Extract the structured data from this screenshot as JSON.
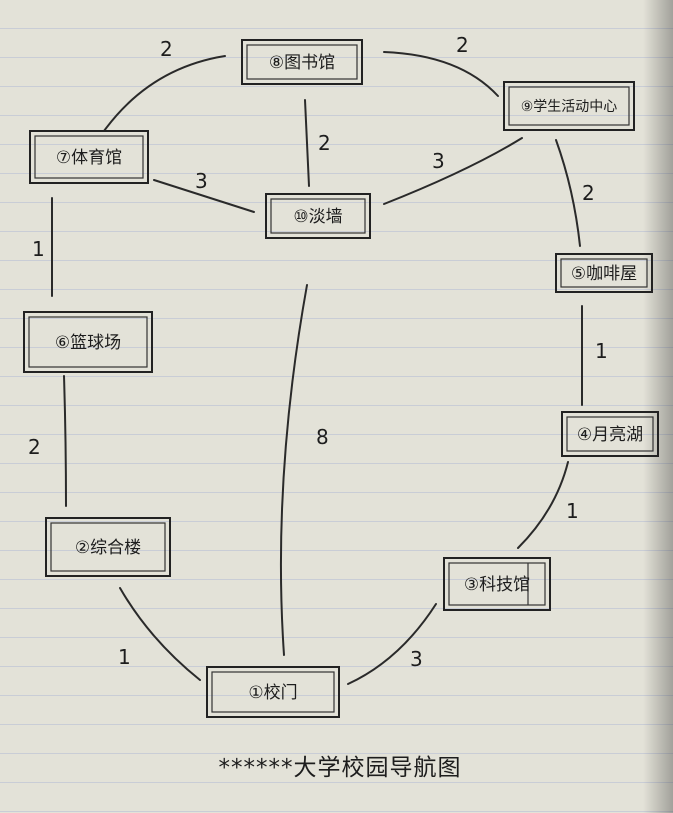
{
  "title": "******大学校园导航图",
  "nodes": [
    {
      "id": "n1",
      "label": "①校门"
    },
    {
      "id": "n2",
      "label": "②综合楼"
    },
    {
      "id": "n3",
      "label": "③科技馆"
    },
    {
      "id": "n4",
      "label": "④月亮湖"
    },
    {
      "id": "n5",
      "label": "⑤咖啡屋"
    },
    {
      "id": "n6",
      "label": "⑥篮球场"
    },
    {
      "id": "n7",
      "label": "⑦体育馆"
    },
    {
      "id": "n8",
      "label": "⑧图书馆"
    },
    {
      "id": "n9",
      "label": "⑨学生活动中心"
    },
    {
      "id": "n10",
      "label": "⑩淡墙"
    }
  ],
  "edges": [
    {
      "from": "n7",
      "to": "n8",
      "weight": "2"
    },
    {
      "from": "n8",
      "to": "n9",
      "weight": "2"
    },
    {
      "from": "n8",
      "to": "n10",
      "weight": "2"
    },
    {
      "from": "n7",
      "to": "n10",
      "weight": "3"
    },
    {
      "from": "n10",
      "to": "n9",
      "weight": "3"
    },
    {
      "from": "n9",
      "to": "n5",
      "weight": "2"
    },
    {
      "from": "n7",
      "to": "n6",
      "weight": "1"
    },
    {
      "from": "n5",
      "to": "n4",
      "weight": "1"
    },
    {
      "from": "n6",
      "to": "n2",
      "weight": "2"
    },
    {
      "from": "n10",
      "to": "n1",
      "weight": "8"
    },
    {
      "from": "n4",
      "to": "n3",
      "weight": "1"
    },
    {
      "from": "n2",
      "to": "n1",
      "weight": "1"
    },
    {
      "from": "n1",
      "to": "n3",
      "weight": "3"
    }
  ]
}
